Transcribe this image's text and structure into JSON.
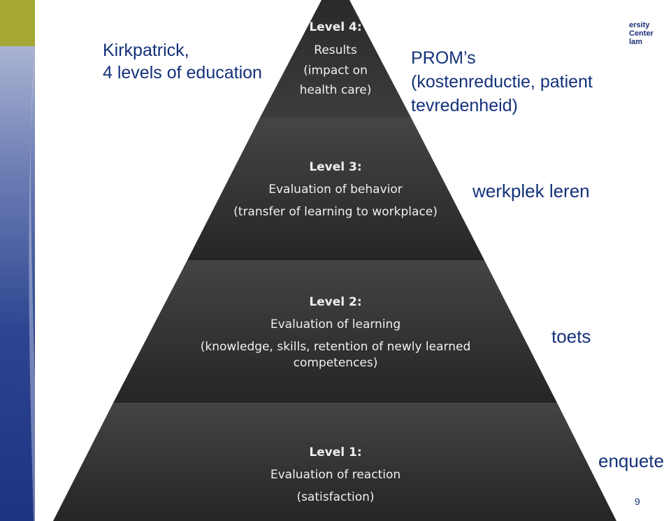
{
  "slide": {
    "title_line1": "Kirkpatrick,",
    "title_line2": "4 levels of education",
    "logo": {
      "line1": "ersity",
      "line2": "Center",
      "line3": "lam"
    },
    "page_number": "9"
  },
  "pyramid": {
    "levels": [
      {
        "heading": "Level 4:",
        "lines": [
          "Results",
          "(impact on",
          "health care)"
        ]
      },
      {
        "heading": "Level 3:",
        "lines": [
          "Evaluation of behavior",
          "(transfer of learning to workplace)"
        ]
      },
      {
        "heading": "Level 2:",
        "lines": [
          "Evaluation of learning",
          "(knowledge, skills, retention of newly learned",
          "competences)"
        ]
      },
      {
        "heading": "Level 1:",
        "lines": [
          "Evaluation of reaction",
          "(satisfaction)"
        ]
      }
    ]
  },
  "annotations": {
    "level4": {
      "line1": "PROM’s",
      "line2": "(kostenreductie, patient",
      "line3": "tevredenheid)"
    },
    "level3": "werkplek leren",
    "level2": "toets",
    "level1": "enquete"
  },
  "colors": {
    "accent_olive": "#a5a832",
    "band_blue": "#1d3382",
    "text_blue": "#14317a",
    "pyramid_dark": "#2e2e2e"
  }
}
